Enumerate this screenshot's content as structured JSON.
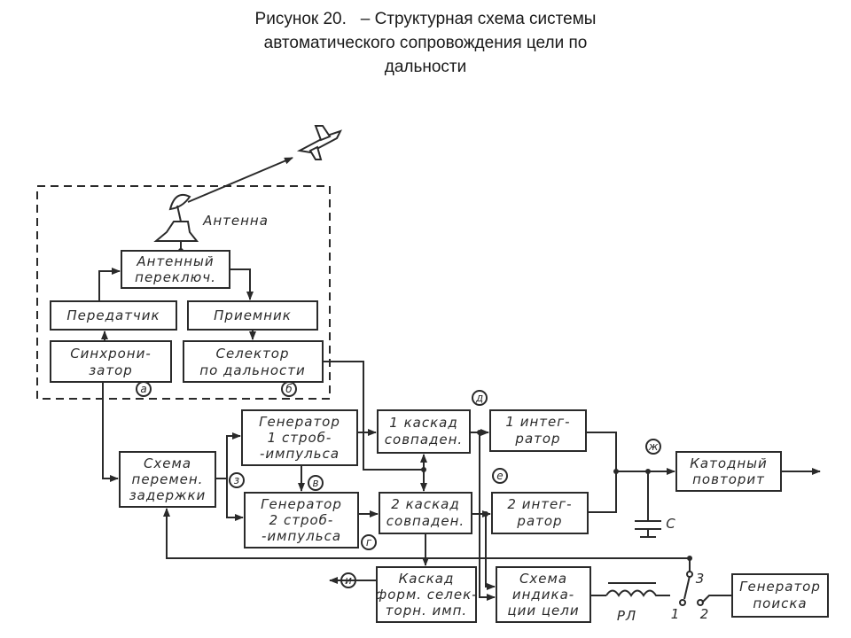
{
  "title": {
    "line1": "Рисунок 20.   – Структурная схема системы",
    "line2": "автоматического сопровождения цели по",
    "line3": "дальности"
  },
  "blocks": {
    "antenna_label": "Антенна",
    "ant_switch": [
      "Антенный",
      "переключ."
    ],
    "transmitter": [
      "Передатчик"
    ],
    "receiver": [
      "Приемник"
    ],
    "synchronizer": [
      "Синхрони-",
      "затор"
    ],
    "range_selector": [
      "Селектор",
      "по дальности"
    ],
    "delay_circuit": [
      "Схема",
      "перемен.",
      "задержки"
    ],
    "strobe_gen_1": [
      "Генератор",
      "1 строб-",
      "-импульса"
    ],
    "strobe_gen_2": [
      "Генератор",
      "2 строб-",
      "-импульса"
    ],
    "coincidence_1": [
      "1 каскад",
      "совпаден."
    ],
    "coincidence_2": [
      "2 каскад",
      "совпаден."
    ],
    "integrator_1": [
      "1 интег-",
      "ратор"
    ],
    "integrator_2": [
      "2 интег-",
      "ратор"
    ],
    "cathode_follower": [
      "Катодный",
      "повторит"
    ],
    "pulse_former": [
      "Каскад",
      "форм. селек-",
      "торн. имп."
    ],
    "target_indicator": [
      "Схема",
      "индика-",
      "ции цели"
    ],
    "search_gen": [
      "Генератор",
      "поиска"
    ]
  },
  "markers": {
    "a": "а",
    "b": "б",
    "v": "в",
    "g": "г",
    "d": "д",
    "e": "е",
    "zh": "ж",
    "z": "з",
    "i": "и"
  },
  "components": {
    "capacitor": "С",
    "relay": "РЛ",
    "switch_1": "1",
    "switch_2": "2",
    "switch_3": "3"
  }
}
